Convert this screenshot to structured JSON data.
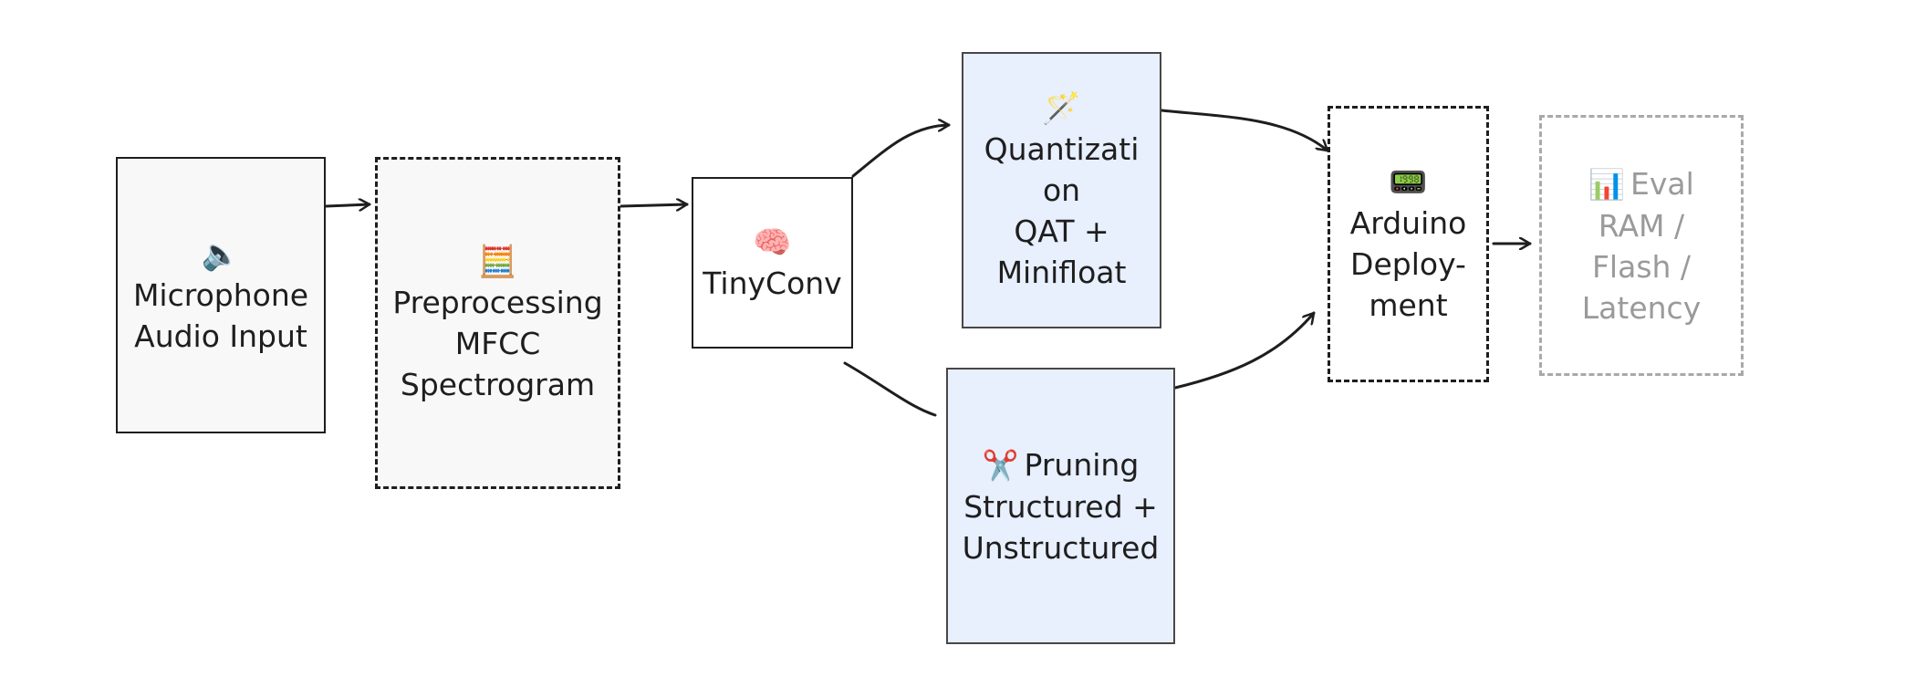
{
  "nodes": {
    "mic": {
      "icon": "🔈",
      "lines": [
        "Microphone",
        "Audio Input"
      ]
    },
    "pre": {
      "icon": "🧮",
      "lines": [
        "Preprocessing",
        "MFCC",
        "Spectrogram"
      ]
    },
    "tiny": {
      "icon": "🧠",
      "lines": [
        "TinyConv"
      ]
    },
    "quant": {
      "icon": "🪄",
      "lines": [
        "Quantizati",
        "on",
        "QAT +",
        "Minifloat"
      ]
    },
    "prune": {
      "icon": "✂️",
      "lines": [
        "Pruning",
        "Structured +",
        "Unstructured"
      ]
    },
    "arduino": {
      "icon": "📟",
      "lines": [
        "Arduino",
        "Deploy-",
        "ment"
      ]
    },
    "eval": {
      "icon": "📊",
      "lines": [
        "Eval",
        "RAM /",
        "Flash /",
        "Latency"
      ]
    }
  },
  "colors": {
    "stroke": "#1e1e1e",
    "grey_fill": "#f8f8f8",
    "blue_fill": "#e8effd",
    "faint": "#a9a9a9"
  }
}
